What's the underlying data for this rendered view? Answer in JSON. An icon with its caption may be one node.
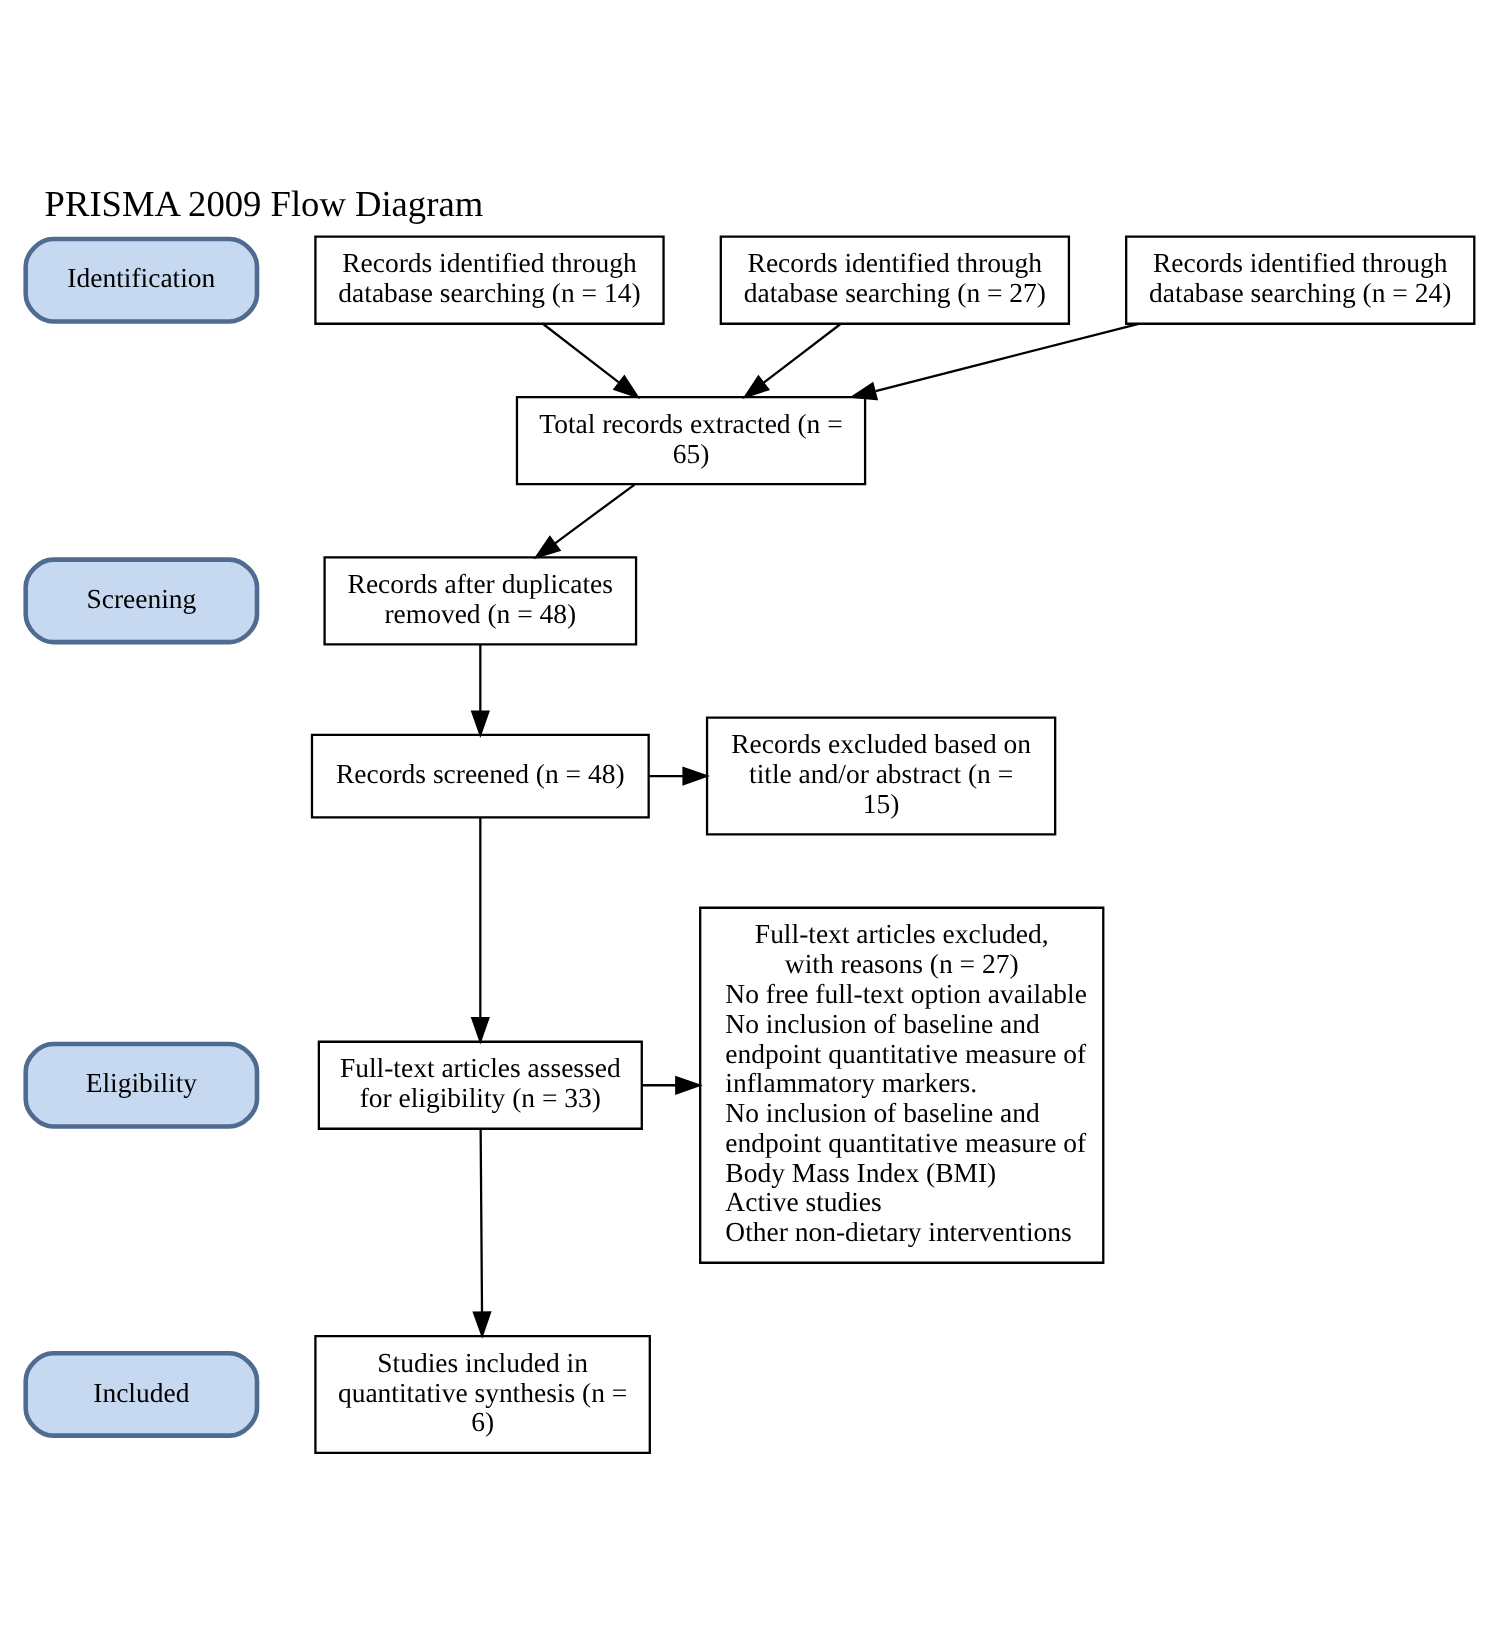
{
  "diagram": {
    "title": "PRISMA 2009 Flow Diagram",
    "nodes": [
      {
        "text": [
          "Identification"
        ]
      },
      {
        "text": [
          "Screening"
        ]
      },
      {
        "text": [
          "Eligibility"
        ]
      },
      {
        "text": [
          "Included"
        ]
      },
      {
        "text": [
          "Records identified through database searching (n = 14)"
        ]
      },
      {
        "text": [
          "Records identified through database searching (n = 27)"
        ]
      },
      {
        "text": [
          "Records identified through database searching (n = 24)"
        ]
      },
      {
        "text": [
          "Total records extracted (n = 65)"
        ]
      },
      {
        "text": [
          "Records after duplicates removed (n = 48)"
        ]
      },
      {
        "text": [
          "Records screened (n = 48)"
        ]
      },
      {
        "text": [
          "Records excluded based on title and/or abstract (n = 15)"
        ]
      },
      {
        "text": [
          "Full-text articles assessed for eligibility (n = 33)"
        ]
      },
      {
        "text": [
          "Full-text articles excluded, with reasons (n = 27)",
          "No free full-text option available",
          "No inclusion of baseline and endpoint quantitative measure of inflammatory markers.",
          "No inclusion of baseline and endpoint quantitative measure of Body Mass Index (BMI)",
          "Active studies",
          "Other non-dietary interventions"
        ]
      },
      {
        "text": [
          "Studies included in quantitative synthesis (n = 6)"
        ]
      }
    ],
    "edges": [
      {
        "from": 4,
        "to": 7,
        "arrow": "to"
      },
      {
        "from": 5,
        "to": 7,
        "arrow": "to"
      },
      {
        "from": 6,
        "to": 7,
        "arrow": "to"
      },
      {
        "from": 7,
        "to": 8,
        "arrow": "to"
      },
      {
        "from": 8,
        "to": 9,
        "arrow": "to"
      },
      {
        "from": 9,
        "to": 10,
        "arrow": "to"
      },
      {
        "from": 9,
        "to": 11,
        "arrow": "to"
      },
      {
        "from": 11,
        "to": 12,
        "arrow": "to"
      },
      {
        "from": 11,
        "to": 13,
        "arrow": "to"
      }
    ]
  }
}
